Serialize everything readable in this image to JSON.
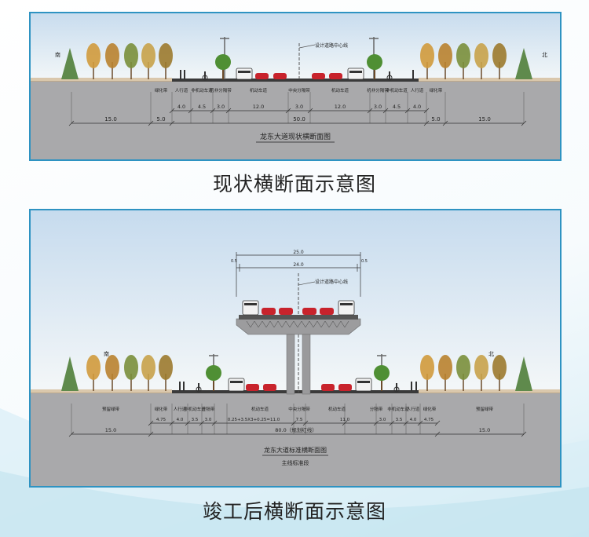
{
  "current": {
    "caption": "现状横断面示意图",
    "figure_title": "龙东大道现状横断面图",
    "centerline_label": "设计道路中心线",
    "side_left": "南",
    "side_right": "北",
    "lane_labels": [
      "绿化带",
      "人行道",
      "非机动车道",
      "机非分隔带",
      "机动车道",
      "中央分隔带",
      "机动车道",
      "机非分隔带",
      "非机动车道",
      "人行道",
      "绿化带"
    ],
    "widths": [
      "4.0",
      "4.5",
      "3.0",
      "12.0",
      "3.0",
      "12.0",
      "3.0",
      "4.5",
      "4.0"
    ],
    "totals": [
      "15.0",
      "5.0",
      "50.0",
      "5.0",
      "15.0"
    ]
  },
  "completed": {
    "caption": "竣工后横断面示意图",
    "figure_title": "龙东大道标准横断面图",
    "figure_subtitle": "主线标准段",
    "centerline_label": "设计道路中心线",
    "side_left": "南",
    "side_right": "北",
    "top_dims": [
      "25.0",
      "24.0",
      "0.5",
      "0.5"
    ],
    "lane_labels": [
      "预留绿带",
      "绿化带",
      "人行道",
      "非机动车道",
      "分隔带",
      "机动车道",
      "中央分隔带",
      "机动车道",
      "分隔带",
      "非机动车道",
      "人行道",
      "绿化带",
      "预留绿带"
    ],
    "widths": [
      "4.75",
      "4.0",
      "3.5",
      "3.0",
      "0.25+3.5X3+0.25=11.0",
      "7.5",
      "11.0",
      "3.0",
      "3.5",
      "4.0",
      "4.75"
    ],
    "totals": [
      "15.0",
      "80.0（规划红线）",
      "15.0"
    ]
  },
  "colors": {
    "frame": "#2e93c2",
    "road": "#a9a9ab",
    "sky_top": "#c9def0",
    "car": "#c8232c"
  }
}
